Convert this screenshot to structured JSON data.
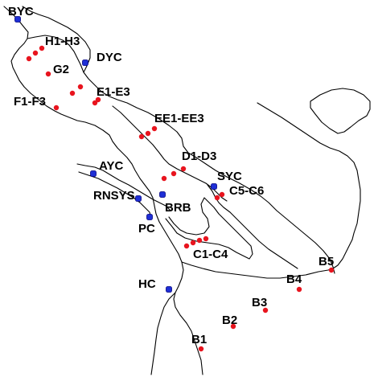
{
  "map": {
    "colors": {
      "sample_site": "#e8141e",
      "station_fill": "#1e2fd6",
      "station_edge": "#000080",
      "coastline": "#000000",
      "background": "#ffffff"
    },
    "sample_site_labels": [
      "H1-H3",
      "G2",
      "F1-F3",
      "E1-E3",
      "EE1-EE3",
      "D1-D3",
      "C5-C6",
      "C1-C4",
      "B5",
      "B4",
      "B3",
      "B2",
      "B1"
    ],
    "station_labels": [
      "BYC",
      "DYC",
      "AYC",
      "RNSYS",
      "SYC",
      "BRB",
      "PC",
      "HC"
    ]
  }
}
